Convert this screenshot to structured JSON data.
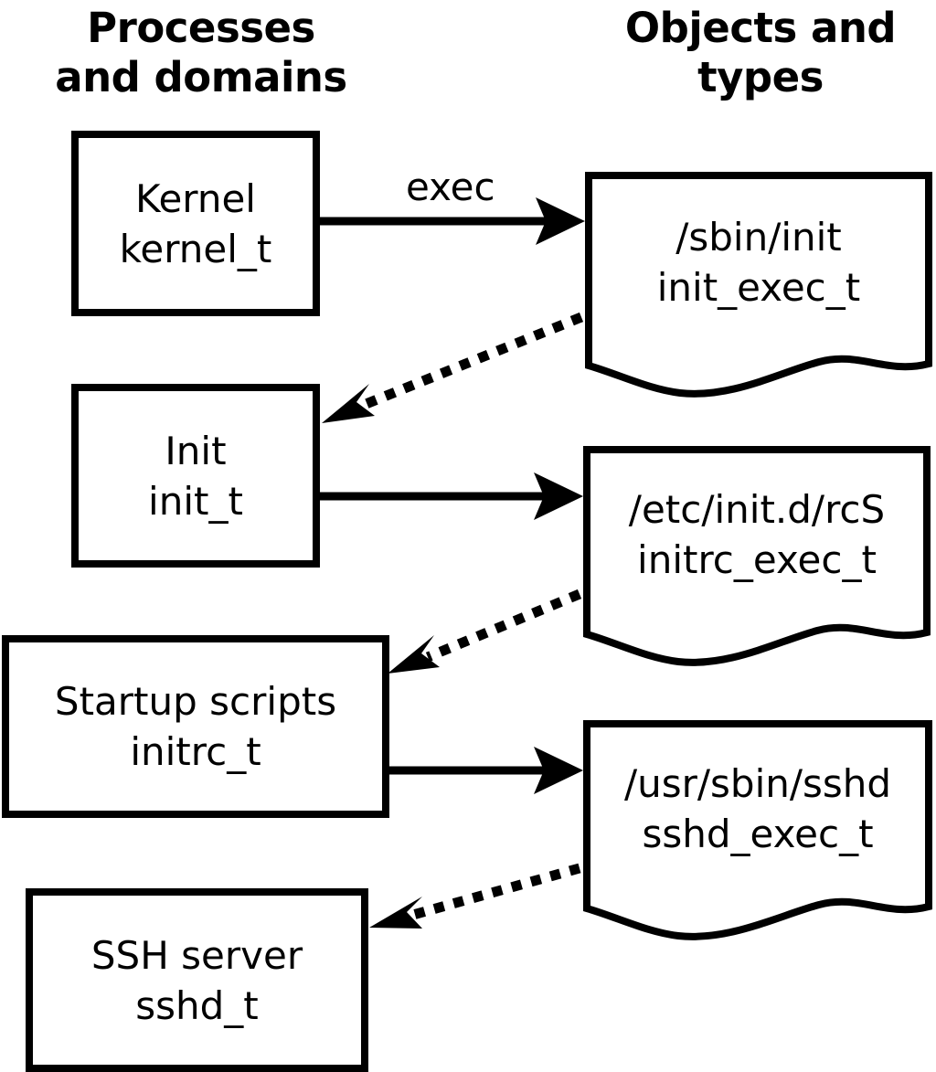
{
  "diagram": {
    "title_left": "Processes\nand domains",
    "title_right": "Objects and\ntypes",
    "processes": [
      {
        "name": "Kernel",
        "type": "kernel_t"
      },
      {
        "name": "Init",
        "type": "init_t"
      },
      {
        "name": "Startup scripts",
        "type": "initrc_t"
      },
      {
        "name": "SSH server",
        "type": "sshd_t"
      }
    ],
    "objects": [
      {
        "path": "/sbin/init",
        "type": "init_exec_t"
      },
      {
        "path": "/etc/init.d/rcS",
        "type": "initrc_exec_t"
      },
      {
        "path": "/usr/sbin/sshd",
        "type": "sshd_exec_t"
      }
    ],
    "edges": {
      "exec_label": "exec"
    },
    "colors": {
      "stroke": "#000000",
      "background": "#ffffff"
    }
  }
}
